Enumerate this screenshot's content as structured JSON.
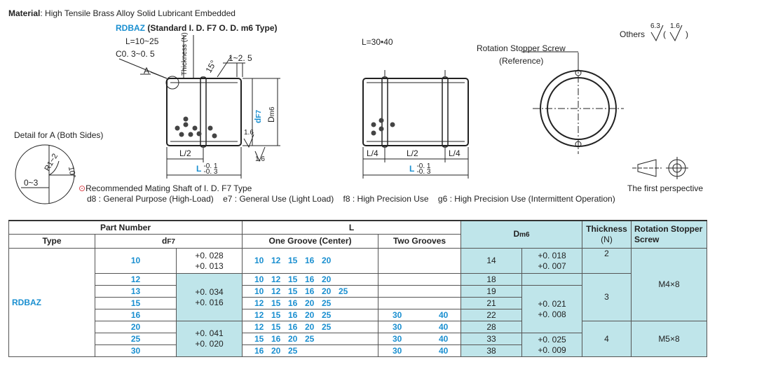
{
  "material_label": "Material",
  "material_value": ": High Tensile Brass Alloy Solid Lubricant Embedded",
  "product_code": "RDBAZ",
  "product_std": "(Standard I. D. F7 O. D. m6 Type)",
  "drawing": {
    "l_range_1": "L=10~25",
    "chamfer": "C0. 3~0. 5",
    "label_a": "A",
    "thickness_label": "Thickness (N)",
    "angle": "15°",
    "groove_w": "1~2. 5",
    "df7_d": "d",
    "df7_sub": "F7",
    "dm6_d": "D",
    "dm6_sub": "m6",
    "rough_16": "1.6",
    "half_l": "L/2",
    "l_main": "L",
    "l_tol_upper": "-0. 1",
    "l_tol_lower": "-0. 3",
    "detail_label": "Detail for A (Both Sides)",
    "detail_r": "R1~2",
    "detail_angle": "10°",
    "detail_depth": "0~3",
    "l_range_2": "L=30•40",
    "quarter_l": "L/4",
    "screw_label": "Rotation Stopper Screw",
    "screw_ref": "(Reference)",
    "others_label": "Others",
    "others_r1": "6.3",
    "others_r2": "1.6",
    "first_perspective": "The first perspective"
  },
  "mating": {
    "title": "Recommended Mating Shaft of I. D. F7 Type",
    "items": "d8 : General Purpose (High-Load)    e7 : General Use (Light Load)    f8 : High Precision Use    g6 : High Precision Use (Intermittent Operation)"
  },
  "table": {
    "h_part_number": "Part Number",
    "h_l": "L",
    "h_dm6": "D",
    "h_dm6_sub": "m6",
    "h_thickness": "Thickness",
    "h_thickness_n": "(N)",
    "h_rot": "Rotation Stopper",
    "h_rot2": "Screw",
    "h_type": "Type",
    "h_df7": "d",
    "h_df7_sub": "F7",
    "h_one_groove": "One Groove (Center)",
    "h_two_grooves": "Two Grooves",
    "type_value": "RDBAZ",
    "d_values": [
      "10",
      "12",
      "13",
      "15",
      "16",
      "20",
      "25",
      "30"
    ],
    "d_tol": [
      "+0. 028\n+0. 013",
      "+0. 034\n+0. 016",
      "+0. 041\n+0. 020"
    ],
    "one_groove": [
      [
        "10",
        "12",
        "15",
        "16",
        "20"
      ],
      [
        "10",
        "12",
        "15",
        "16",
        "20"
      ],
      [
        "10",
        "12",
        "15",
        "16",
        "20",
        "25"
      ],
      [
        "12",
        "15",
        "16",
        "20",
        "25"
      ],
      [
        "12",
        "15",
        "16",
        "20",
        "25"
      ],
      [
        "12",
        "15",
        "16",
        "20",
        "25"
      ],
      [
        "15",
        "16",
        "20",
        "25"
      ],
      [
        "16",
        "20",
        "25"
      ]
    ],
    "two_grooves": [
      [],
      [],
      [],
      [],
      [
        "30",
        "40"
      ],
      [
        "30",
        "40"
      ],
      [
        "30",
        "40"
      ],
      [
        "30",
        "40"
      ]
    ],
    "dm6_values": [
      "14",
      "18",
      "19",
      "21",
      "22",
      "28",
      "33",
      "38"
    ],
    "dm6_tol": [
      "+0. 018\n+0. 007",
      "+0. 021\n+0. 008",
      "+0. 025\n+0. 009"
    ],
    "thickness": [
      "2",
      "3",
      "4"
    ],
    "screws": [
      "M4×8",
      "M5×8"
    ]
  }
}
